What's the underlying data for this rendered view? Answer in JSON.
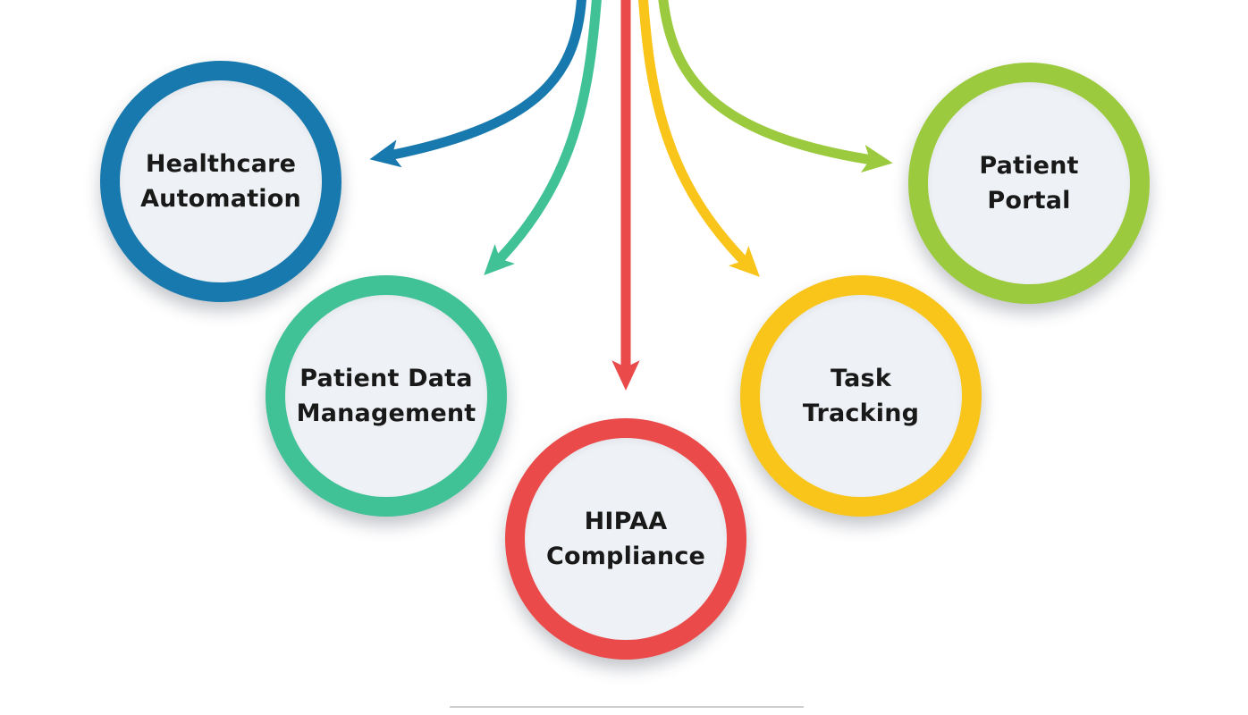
{
  "nodes": [
    {
      "label": "Healthcare\nAutomation",
      "color": "#1779ad"
    },
    {
      "label": "Patient Data\nManagement",
      "color": "#41c296"
    },
    {
      "label": "HIPAA\nCompliance",
      "color": "#ea4a4a"
    },
    {
      "label": "Task\nTracking",
      "color": "#f9c51a"
    },
    {
      "label": "Patient\nPortal",
      "color": "#9cca3e"
    }
  ],
  "canvas": {
    "background": "#ffffff",
    "node_fill": "#eef1f5"
  }
}
